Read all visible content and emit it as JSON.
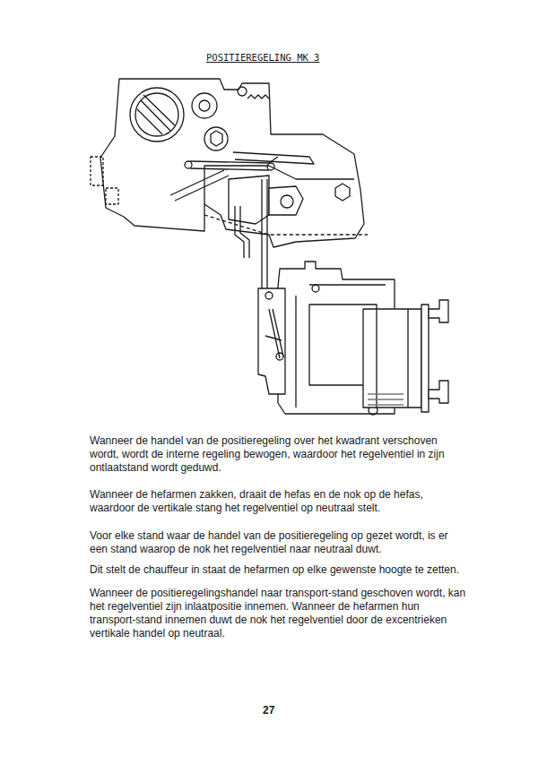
{
  "diagram": {
    "title": "POSITIEREGELING MK 3",
    "labels": [
      "Wanneer de handel van de positieregeling over het kwadrant verschoven wordt, wordt de interne regeling bewogen, waardoor het regelventiel in zijn ontlaatstand wordt geduwd.",
      "Wanneer de hefarmen zakken, draait de hefas en de nok op de hefas, waardoor de vertikale stang het regelventiel op neutraal stelt.",
      "Voor elke stand waar de handel van de positieregeling op gezet wordt, is er een stand waarop de nok het regelventiel naar neutraal duwt.",
      "Dit stelt de chauffeur in staat de hefarmen op elke gewenste hoogte te zetten.",
      "Wanneer de positieregelingshandel naar transport-stand geschoven wordt, kan het regelventiel zijn inlaatpositie innemen. Wanneer de hefarmen hun transport-stand innemen duwt de nok het regelventiel door de excentrieken vertikale handel op neutraal.",
      "27"
    ]
  }
}
